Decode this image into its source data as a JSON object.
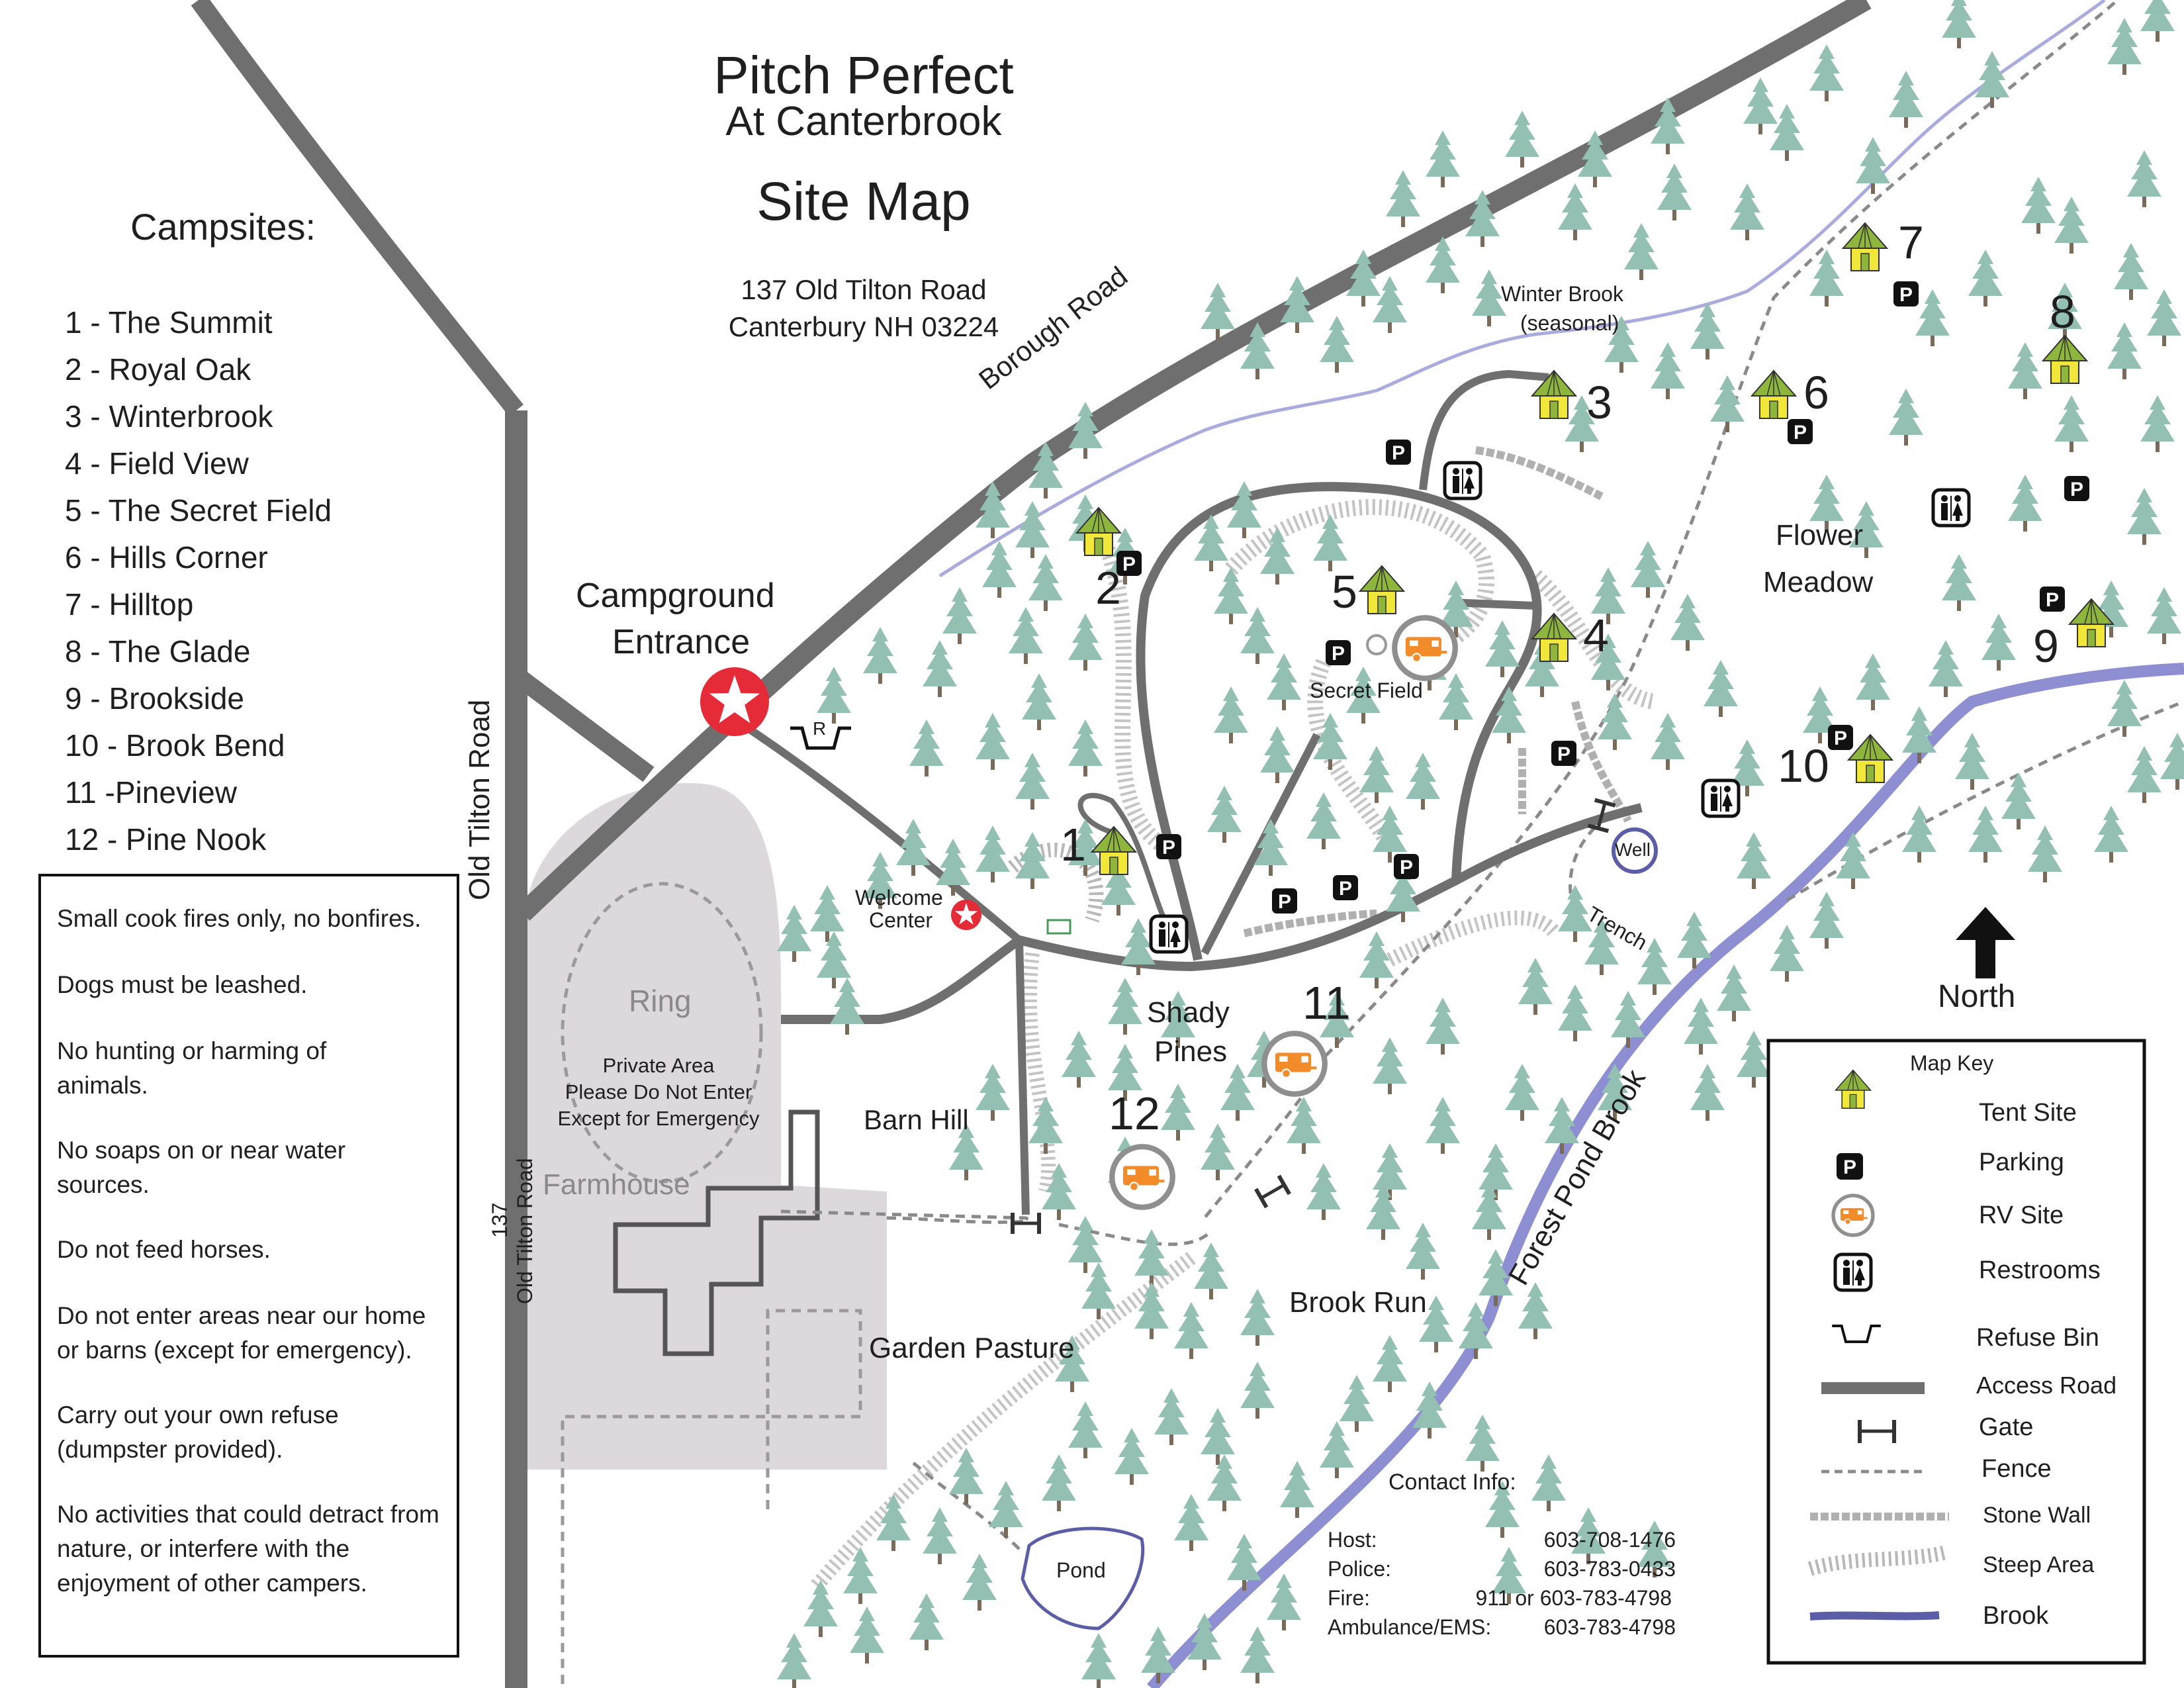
{
  "header": {
    "title": "Pitch Perfect",
    "subtitle": "At Canterbrook",
    "map_title": "Site Map",
    "address_line1": "137 Old Tilton Road",
    "address_line2": "Canterbury NH 03224"
  },
  "campsites": {
    "heading": "Campsites:",
    "items": [
      "1  -  The Summit",
      "2  -  Royal Oak",
      "3  -  Winterbrook",
      "4  -  Field View",
      "5  -  The Secret Field",
      "6  -  Hills Corner",
      "7  -  Hilltop",
      "8  -  The Glade",
      "9  -  Brookside",
      "10 - Brook Bend",
      "11 -Pineview",
      "12 - Pine Nook"
    ]
  },
  "rules": [
    "Small cook fires only, no bonfires.",
    "Dogs must be  leashed.",
    "No hunting or harming of animals.",
    "No soaps on or near water sources.",
    "Do not feed horses.",
    "Do not enter areas near our home or barns (except for emergency).",
    "Carry out your own refuse (dumpster provided).",
    " No activities that could detract from nature, or interfere with the enjoyment of other campers."
  ],
  "labels": {
    "borough_road": "Borough Road",
    "old_tilton_road": "Old Tilton Road",
    "address_number": "137",
    "old_tilton_road_small": "Old Tilton Road",
    "campground": "Campground",
    "entrance": "Entrance",
    "welcome": "Welcome",
    "center": "Center",
    "ring": "Ring",
    "private1": "Private Area",
    "private2": "Please Do Not Enter",
    "private3": "Except for Emergency",
    "farmhouse": "Farmhouse",
    "barn_hill": "Barn Hill",
    "garden_pasture": "Garden Pasture",
    "shady": "Shady",
    "pines": "Pines",
    "brook_run": "Brook Run",
    "forest_pond_brook": "Forest Pond Brook",
    "winter_brook": "Winter  Brook",
    "seasonal": "(seasonal)",
    "secret_field": "Secret Field",
    "flower": "Flower",
    "meadow": "Meadow",
    "well": "Well",
    "trench": "Trench",
    "pond": "Pond",
    "north": "North",
    "refuse_letter": "R"
  },
  "site_numbers": [
    "1",
    "2",
    "3",
    "4",
    "5",
    "6",
    "7",
    "8",
    "9",
    "10",
    "11",
    "12"
  ],
  "map_key": {
    "title": "Map Key",
    "items": [
      "Tent Site",
      "Parking",
      "RV Site",
      "Restrooms",
      "Refuse Bin",
      "Access Road",
      "Gate",
      "Fence",
      "Stone Wall",
      "Steep Area",
      "Brook"
    ]
  },
  "contact": {
    "heading": "Contact Info:",
    "rows": [
      {
        "label": "Host:",
        "value": "603-708-1476"
      },
      {
        "label": "Police:",
        "value": "603-783-0433"
      },
      {
        "label": "Fire:",
        "value": "911 or  603-783-4798"
      },
      {
        "label": "Ambulance/EMS:",
        "value": "603-783-4798"
      }
    ]
  },
  "icons": {
    "parking_letter": "P",
    "entrance": "star-icon",
    "tent": "tent-icon",
    "rv": "rv-icon",
    "restroom": "restroom-icon",
    "north_arrow": "north-arrow-icon"
  },
  "colors": {
    "road": "#6f6f6f",
    "tree": "#93c0b3",
    "trunk": "#7a6a5a",
    "tent_roof": "#8eb63d",
    "tent_body": "#f1e63a",
    "brook": "#8d8fd2",
    "private_area": "#dcd8db",
    "rv_orange": "#f28c2a",
    "star_red": "#e52b37",
    "text": "#1f1f1f"
  }
}
